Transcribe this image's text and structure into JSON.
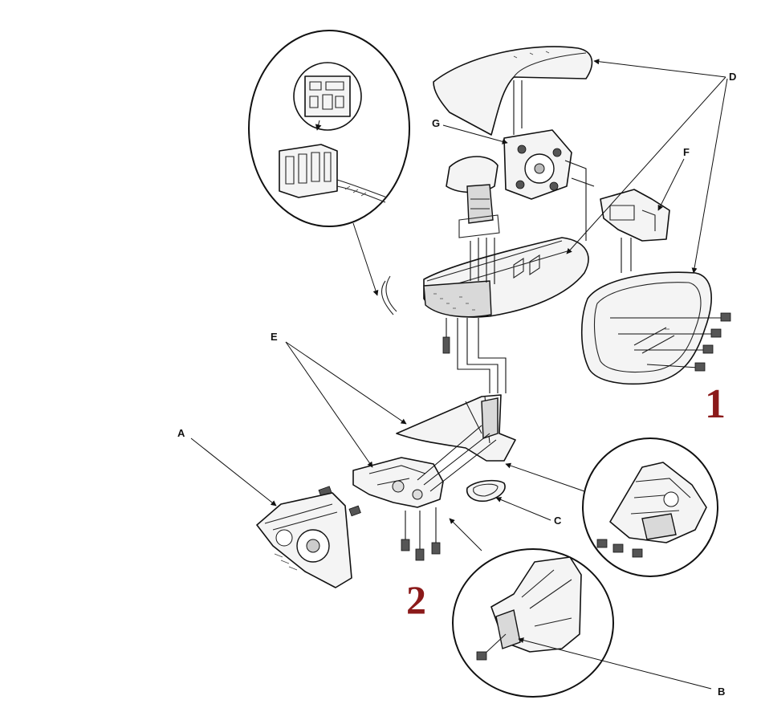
{
  "labels": {
    "a": "A",
    "b": "B",
    "c": "C",
    "d": "D",
    "e": "E",
    "f": "F",
    "g": "G"
  },
  "steps": {
    "one": "1",
    "two": "2"
  },
  "colors": {
    "step_marker": "#8b1a1a",
    "line": "#111111",
    "background": "#ffffff"
  }
}
